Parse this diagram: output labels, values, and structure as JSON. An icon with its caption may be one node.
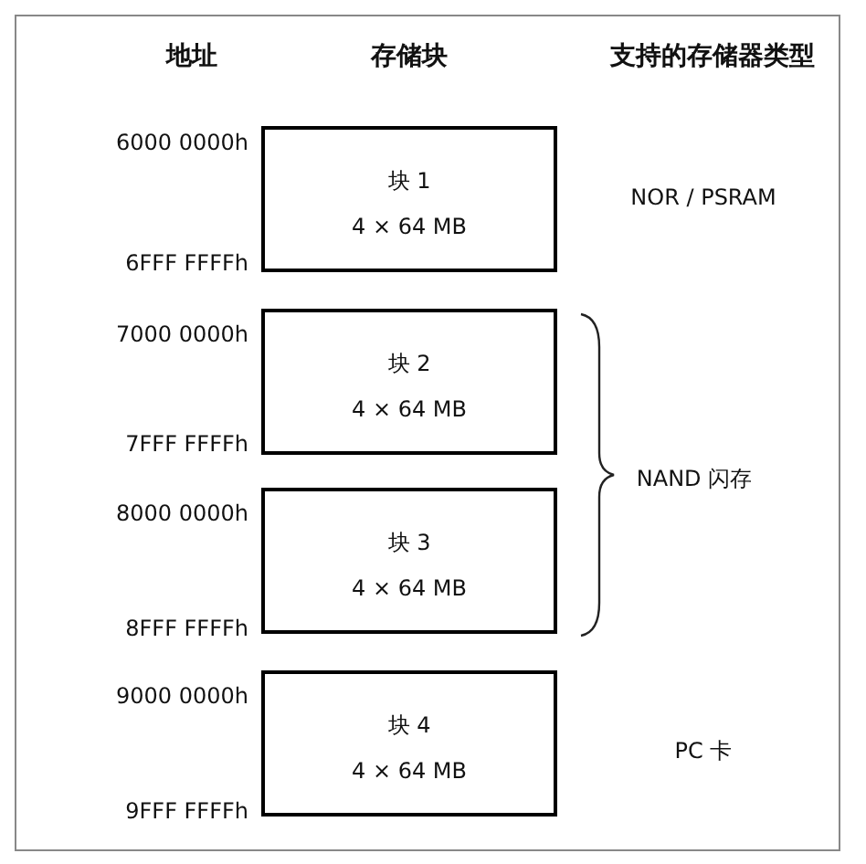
{
  "diagram": {
    "nodes": [
      {
        "text": [
          "块 1",
          "4 × 64 MB"
        ]
      },
      {
        "text": [
          "块 2",
          "4 × 64 MB"
        ]
      },
      {
        "text": [
          "块 3",
          "4 × 64 MB"
        ]
      },
      {
        "text": [
          "块 4",
          "4 × 64 MB"
        ]
      }
    ],
    "labels": [
      "地址",
      "存储块",
      "支持的存储器类型",
      "6000 0000h",
      "NOR / PSRAM",
      "6FFF FFFFh",
      "7000 0000h",
      "7FFF FFFFh",
      "NAND 闪存",
      "8000 0000h",
      "8FFF FFFFh",
      "9000 0000h",
      "PC 卡",
      "9FFF FFFFh"
    ]
  }
}
